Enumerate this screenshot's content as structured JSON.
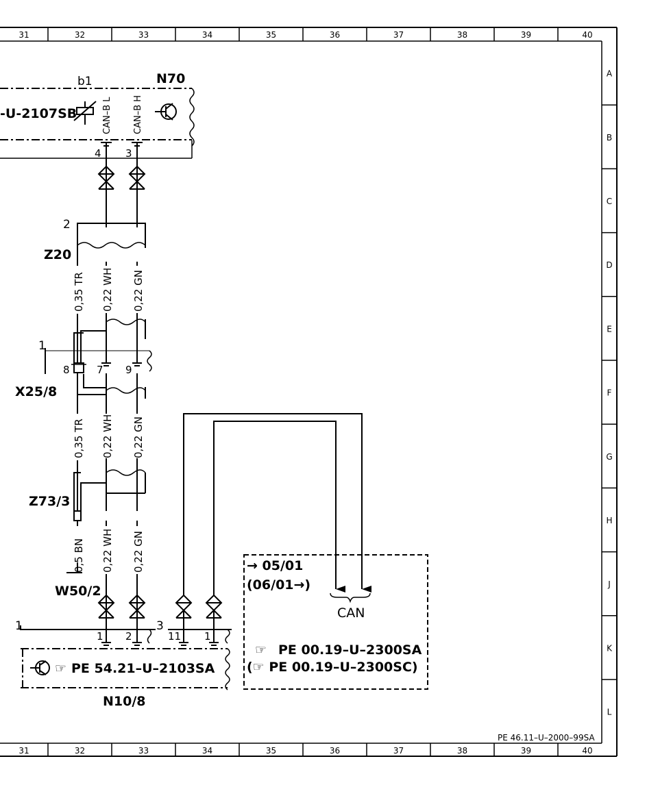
{
  "frame": {
    "columns": [
      "31",
      "32",
      "33",
      "34",
      "35",
      "36",
      "37",
      "38",
      "39",
      "40"
    ],
    "rows": [
      "A",
      "B",
      "C",
      "D",
      "E",
      "F",
      "G",
      "H",
      "J",
      "K",
      "L"
    ],
    "doc_code": "PE 46.11–U–2000–99SA"
  },
  "components": {
    "n70": {
      "code": "N70",
      "ref": "-U-2107SB",
      "sub": "b1",
      "pins": {
        "left": "4",
        "right": "3"
      },
      "pin_names": {
        "left": "CAN–B L",
        "right": "CAN–B H"
      }
    },
    "z20": {
      "code": "Z20",
      "num": "2"
    },
    "x25_8": {
      "code": "X25/8",
      "num": "1",
      "pins": {
        "a": "8",
        "b": "7",
        "c": "9"
      }
    },
    "z73_3": {
      "code": "Z73/3"
    },
    "w50_2": {
      "code": "W50/2"
    },
    "n10_8": {
      "code": "N10/8",
      "num": "1",
      "num2": "3",
      "pins": {
        "a": "1",
        "b": "2",
        "c": "11",
        "d": "1"
      },
      "ref_icon": "☞",
      "ref": "PE 54.21–U–2103SA"
    }
  },
  "wires": {
    "seg1": [
      "0,35 TR",
      "0,22 WH",
      "0,22 GN"
    ],
    "seg2": [
      "0,35 TR",
      "0,22 WH",
      "0,22 GN"
    ],
    "seg3": [
      "0,5 BN",
      "0,22 WH",
      "0,22 GN"
    ]
  },
  "can_box": {
    "date1": "→ 05/01",
    "date2": "(06/01→)",
    "bus": "CAN",
    "ref1": "PE  00.19–U–2300SA",
    "ref2": "(☞ PE  00.19–U–2300SC)",
    "ref_icon": "☞"
  }
}
